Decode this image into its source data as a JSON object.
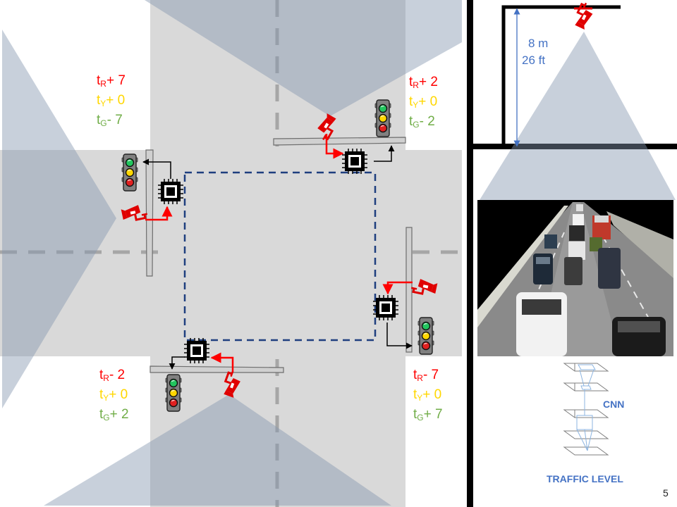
{
  "timing_labels": [
    {
      "id": "nw",
      "r": "R",
      "r_delta": "+ 7",
      "y": "Y",
      "y_delta": "+ 0",
      "g": "G",
      "g_delta": "- 7"
    },
    {
      "id": "ne",
      "r": "R",
      "r_delta": "+ 2",
      "y": "Y",
      "y_delta": "+ 0",
      "g": "G",
      "g_delta": "- 2"
    },
    {
      "id": "sw",
      "r": "R",
      "r_delta": "- 2",
      "y": "Y",
      "y_delta": "+ 0",
      "g": "G",
      "g_delta": "+ 2"
    },
    {
      "id": "se",
      "r": "R",
      "r_delta": "- 7",
      "y": "Y",
      "y_delta": "+ 0",
      "g": "G",
      "g_delta": "+ 7"
    }
  ],
  "mount": {
    "height_m": "8 m",
    "height_ft": "26 ft"
  },
  "cnn_label": "CNN",
  "traffic_level_label": "TRAFFIC LEVEL",
  "page_number": "5",
  "colors": {
    "road": "#d9d9d9",
    "camera_cone": "#8497b0",
    "camera": "#e00000",
    "wire": "#ff0000",
    "dashed_box": "#1f3f7f",
    "label_blue": "#4472c4",
    "red": "#ff0000",
    "yellow": "#ffd700",
    "green": "#70ad47"
  },
  "icons": [
    "traffic-light-icon",
    "cctv-camera-icon",
    "microchip-icon"
  ]
}
